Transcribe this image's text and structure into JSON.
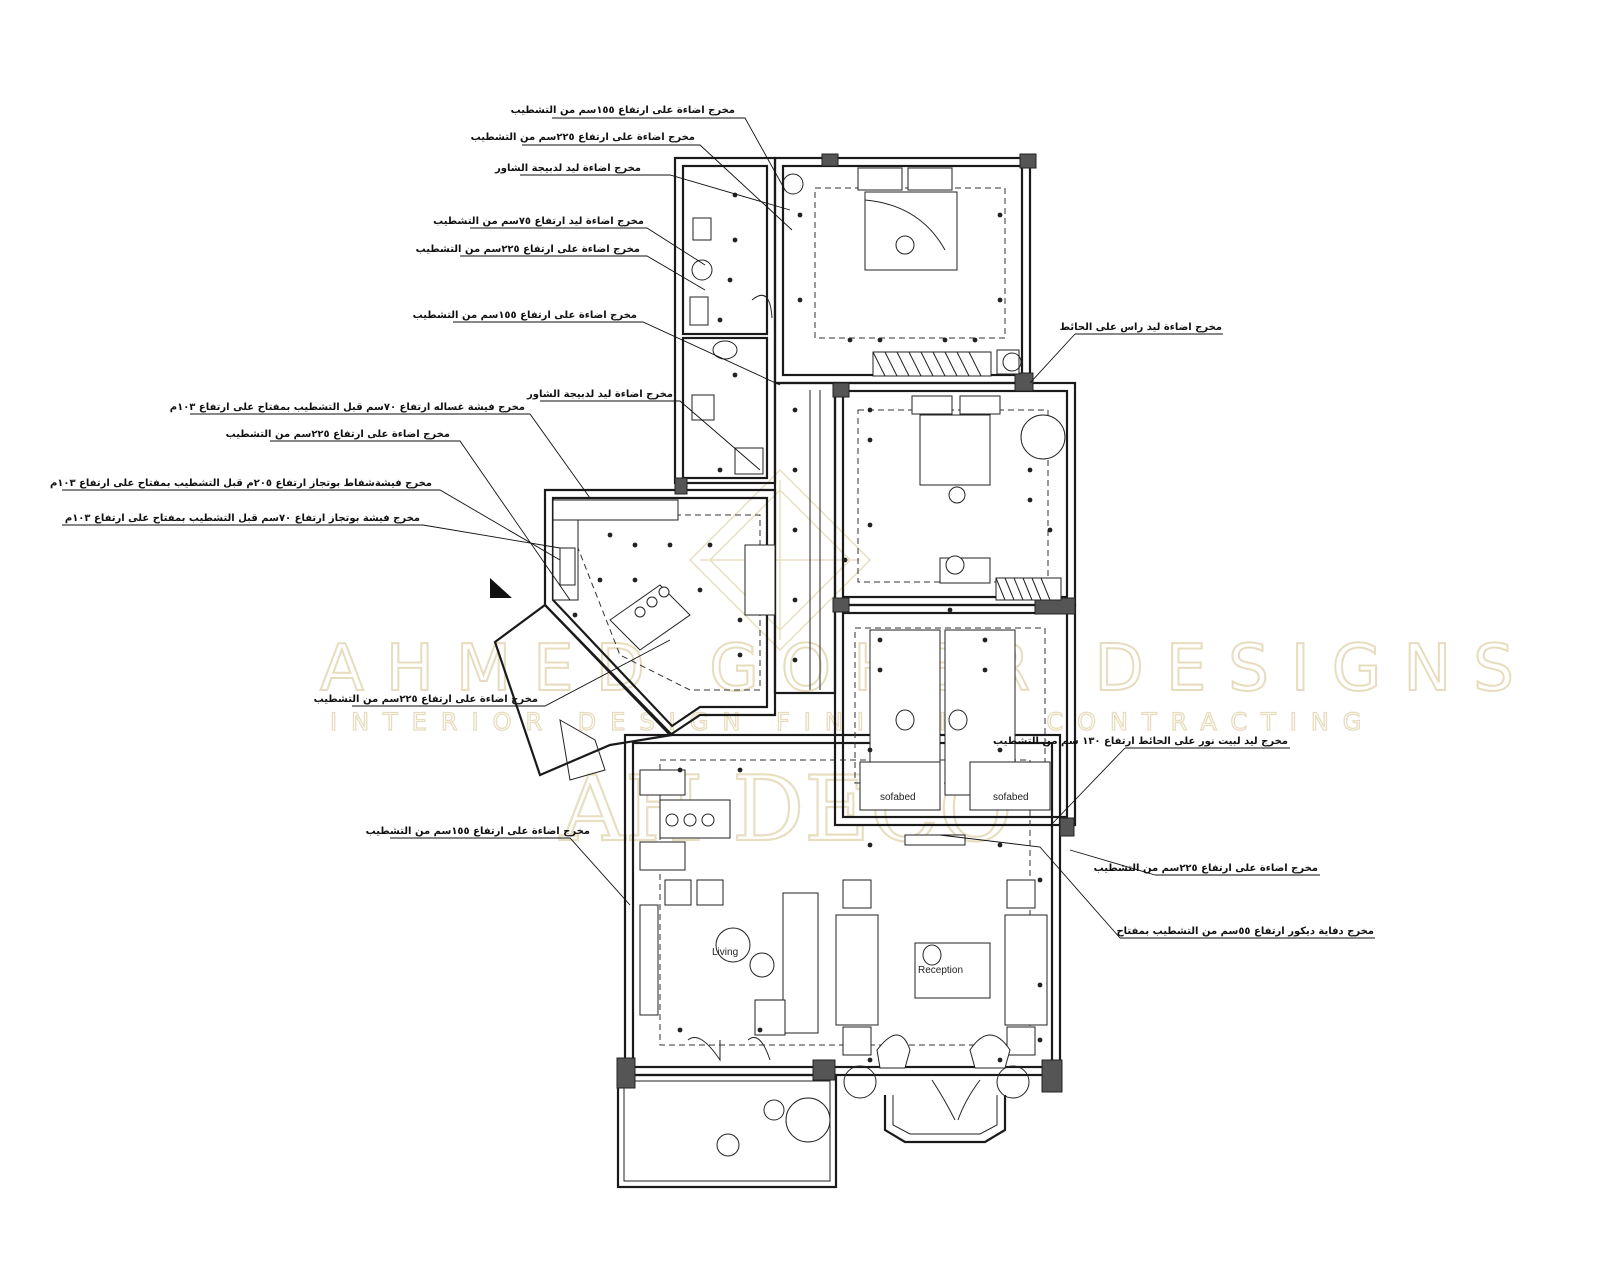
{
  "annotations": [
    {
      "id": "a1",
      "text": "مخرج اضاءة على ارتفاع ١٥٥سم من التشطيب"
    },
    {
      "id": "a2",
      "text": "مخرج اضاءة على ارتفاع ٢٢٥سم من التشطيب"
    },
    {
      "id": "a3",
      "text": "مخرج اضاءة ليد لدبيجة الشاور"
    },
    {
      "id": "a4",
      "text": "مخرج اضاءة ليد ارتفاع ٧٥سم من التشطيب"
    },
    {
      "id": "a5",
      "text": "مخرج اضاءة على ارتفاع ٢٢٥سم من التشطيب"
    },
    {
      "id": "a6",
      "text": "مخرج اضاءة على ارتفاع ١٥٥سم من التشطيب"
    },
    {
      "id": "a7",
      "text": "مخرج اضاءة ليد لدبيجة الشاور"
    },
    {
      "id": "a8",
      "text": "مخرج فيشة غساله ارتفاع ٧٠سم قبل التشطيب بمفتاح على ارتفاع ١٠٣م"
    },
    {
      "id": "a9",
      "text": "مخرج اضاءة على ارتفاع ٢٢٥سم من التشطيب"
    },
    {
      "id": "a10",
      "text": "مخرج فيشةشفاط بوتجاز ارتفاع ٢٠٥م قبل التشطيب بمفتاح على ارتفاع ١٠٣م"
    },
    {
      "id": "a11",
      "text": "مخرج فيشة بوتجاز ارتفاع ٧٠سم قبل التشطيب بمفتاح على ارتفاع ١٠٣م"
    },
    {
      "id": "a12",
      "text": "مخرج اضاءة على ارتفاع ٢٢٥سم من التشطيب"
    },
    {
      "id": "a13",
      "text": "مخرج اضاءة على ارتفاع ١٥٥سم من التشطيب"
    },
    {
      "id": "a14",
      "text": "مخرج اضاءة ليد راس على الحائط"
    },
    {
      "id": "a15",
      "text": "مخرج ليد لبيت نور على الحائط ارتفاع ١٣٠ سم من التشطيب"
    },
    {
      "id": "a16",
      "text": "مخرج اضاءة على ارتفاع ٢٢٥سم من التشطيب"
    },
    {
      "id": "a17",
      "text": "مخرج دفاية ديكور ارتفاع ٥٥سم من التشطيب بمفتاح"
    }
  ],
  "rooms": {
    "living": "Living",
    "reception": "Reception",
    "sofa_bed_left": "sofabed",
    "sofa_bed_right": "sofabed"
  },
  "watermark": {
    "title": "AHMED GOHER DESIGNS",
    "subtitle": "INTERIOR DESIGN  FINISHING  CONTRACTING",
    "monogram": "AH DECO"
  },
  "colors": {
    "line": "#1a1a1a",
    "watermark": "#e3d7b3",
    "background": "#ffffff"
  }
}
